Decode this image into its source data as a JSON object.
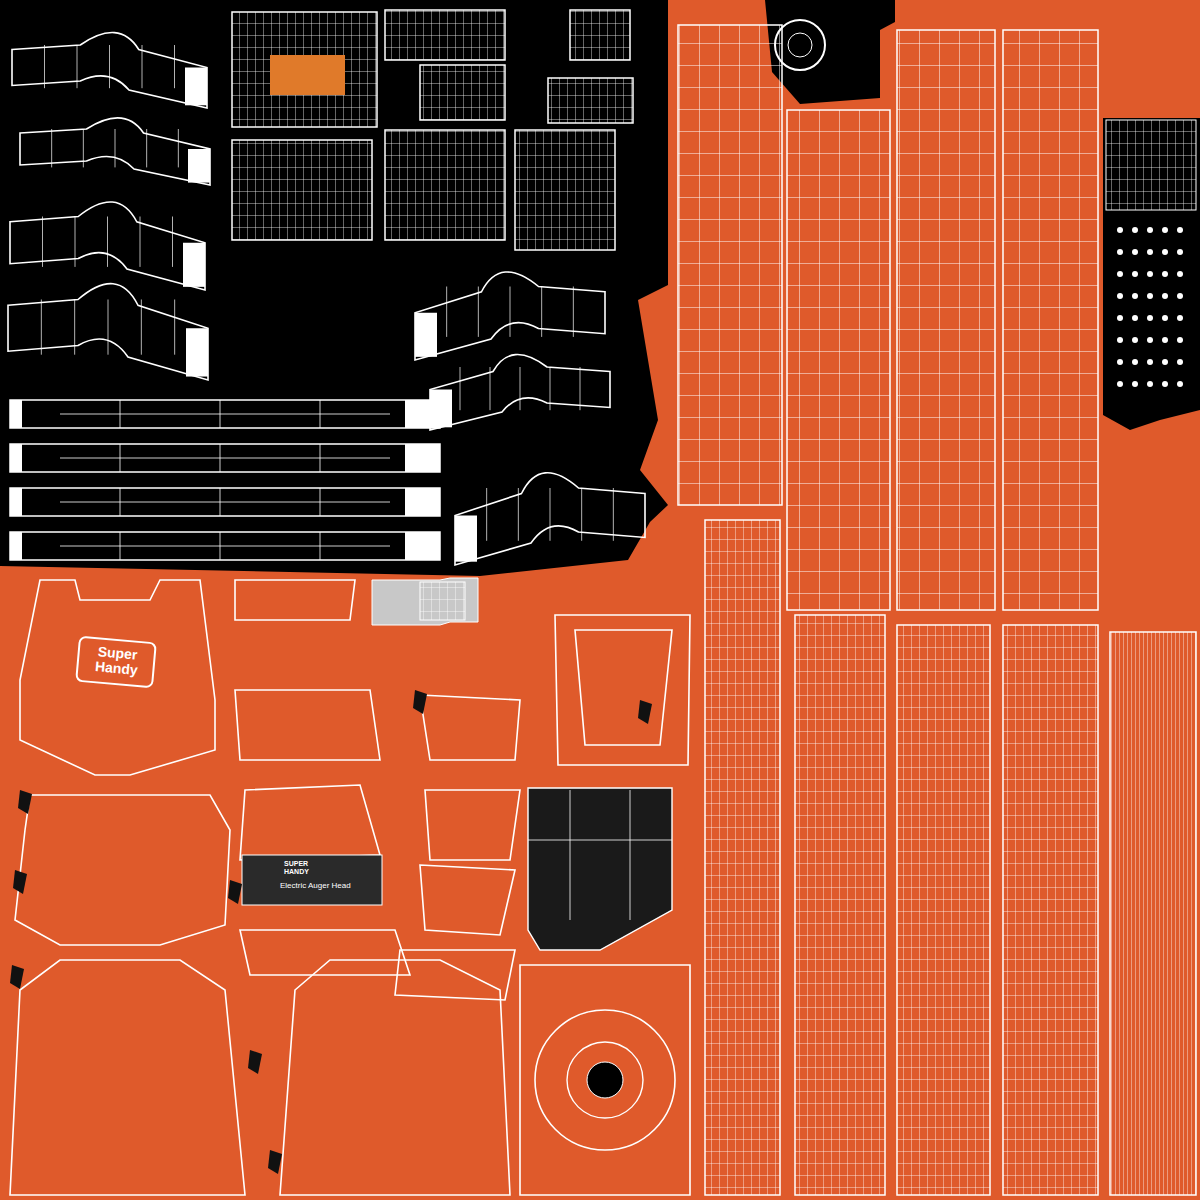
{
  "diagram": {
    "labels": [
      "Super Handy",
      "SUPER HANDY",
      "Electric Auger Head"
    ]
  }
}
